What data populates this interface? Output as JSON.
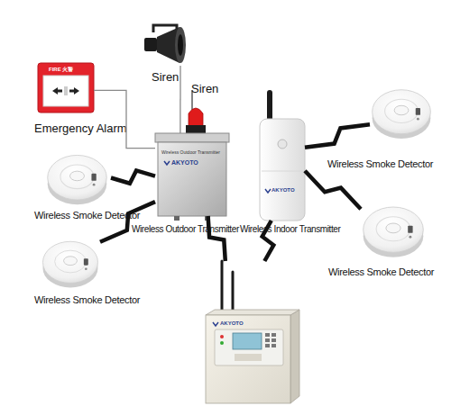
{
  "diagram": {
    "nodes": [
      {
        "text": [
          "Siren"
        ]
      },
      {
        "text": [
          "Emergency Alarm",
          "FIRE 火警"
        ]
      },
      {
        "text": [
          "Siren"
        ]
      },
      {
        "text": [
          "Wireless Smoke Detector"
        ]
      },
      {
        "text": [
          "Wireless Outdoor Transmitter",
          "Wireless Outdoor Transmitter",
          "AKYOTO"
        ]
      },
      {
        "text": [
          "Wireless Indoor Transmitter",
          "AKYOTO"
        ]
      },
      {
        "text": [
          "Wireless Smoke Detector"
        ]
      },
      {
        "text": [
          "Wireless Smoke Detector"
        ]
      },
      {
        "text": [
          "Wireless Smoke Detector"
        ]
      },
      {
        "text": [
          "AKYOTO"
        ]
      }
    ],
    "edges": [
      {
        "from": 0,
        "to": 4,
        "arrow": "none"
      },
      {
        "from": 1,
        "to": 4,
        "arrow": "none"
      },
      {
        "from": 6,
        "to": 4,
        "arrow": "none"
      },
      {
        "from": 3,
        "to": 5,
        "arrow": "none"
      },
      {
        "from": 8,
        "to": 4,
        "arrow": "none"
      },
      {
        "from": 7,
        "to": 5,
        "arrow": "none"
      },
      {
        "from": 4,
        "to": 9,
        "arrow": "none"
      },
      {
        "from": 5,
        "to": 9,
        "arrow": "none"
      }
    ]
  }
}
